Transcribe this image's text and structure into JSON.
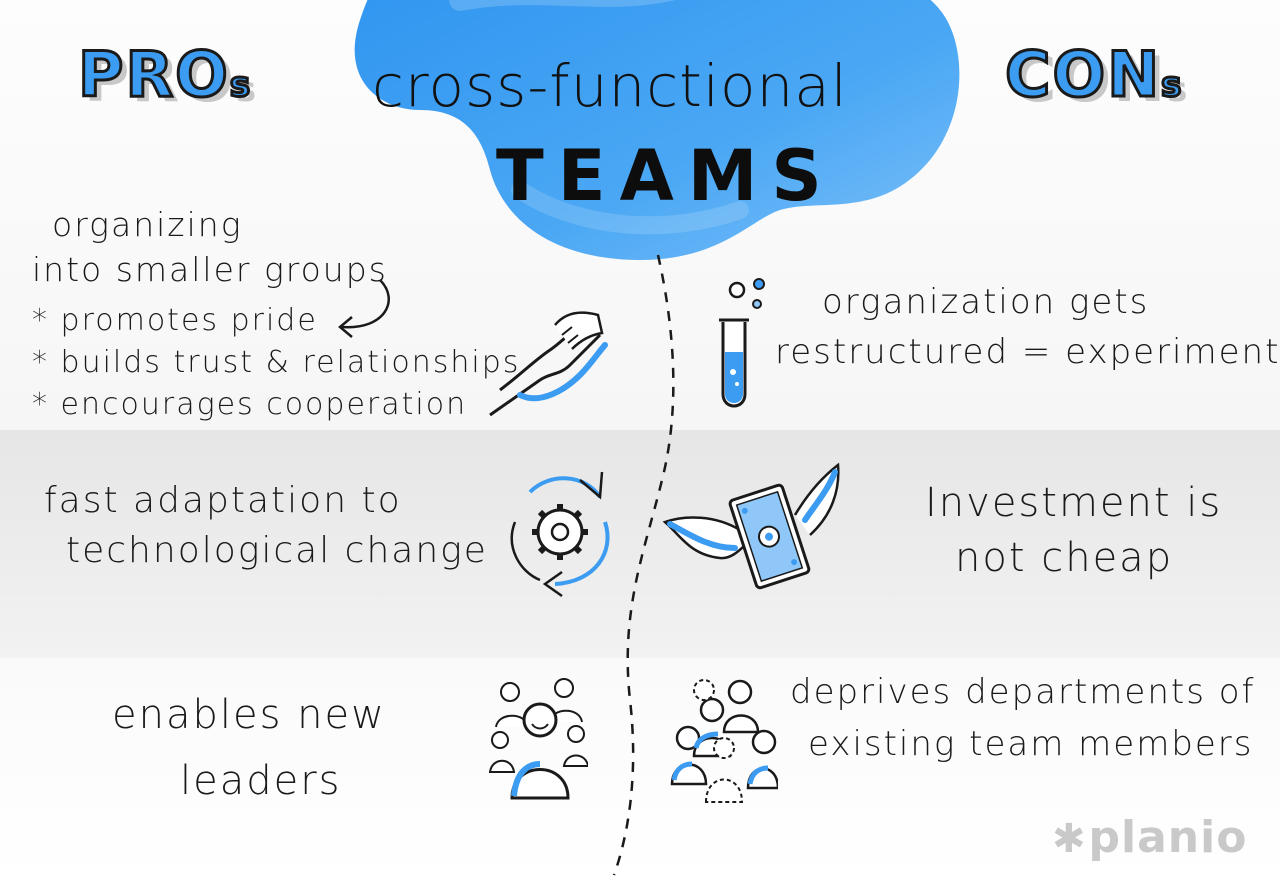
{
  "header": {
    "title_line1": "cross-functional",
    "title_line2": "TEAMS",
    "pros": "PRO",
    "pros_suffix": "s",
    "cons": "CON",
    "cons_suffix": "s"
  },
  "pros": [
    {
      "lines": [
        "organizing",
        "into smaller groups",
        "* promotes pride",
        "* builds trust & relationships",
        "* encourages cooperation"
      ],
      "icon": "handshake-icon"
    },
    {
      "lines": [
        "fast adaptation to",
        "technological change"
      ],
      "icon": "gear-cycle-icon"
    },
    {
      "lines": [
        "enables new",
        "leaders"
      ],
      "icon": "group-leader-icon"
    }
  ],
  "cons": [
    {
      "lines": [
        "organization gets",
        "restructured = experiment"
      ],
      "icon": "test-tube-icon"
    },
    {
      "lines": [
        "Investment is",
        "not cheap"
      ],
      "icon": "flying-money-icon"
    },
    {
      "lines": [
        "deprives departments of",
        "existing team members"
      ],
      "icon": "missing-members-icon"
    }
  ],
  "brand": {
    "star": "✱",
    "name": "planio"
  },
  "colors": {
    "accent": "#3b9cf2",
    "accent_light": "#8fc8f8",
    "ink": "#1a1a1a",
    "band": "#e9e9e9"
  }
}
